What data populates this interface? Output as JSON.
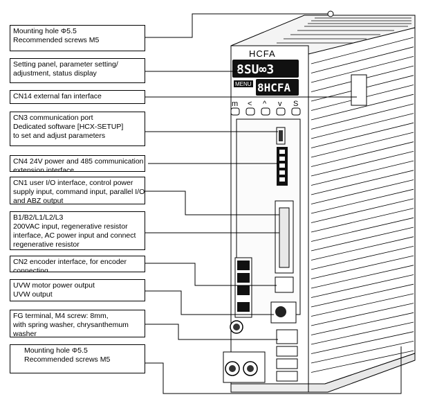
{
  "labels": {
    "mounting_top": [
      "Mounting hole  Φ5.5",
      "Recommended screws M5"
    ],
    "setting_panel": [
      "Setting panel, parameter setting/",
      "adjustment, status display"
    ],
    "cn14": [
      "CN14 external fan interface"
    ],
    "cn3": [
      "CN3 communication port",
      "Dedicated software [HCX-SETUP]",
      "to set and adjust parameters"
    ],
    "cn4": [
      "CN4 24V power and 485 communication",
      "extension interface"
    ],
    "cn1": [
      "CN1 user I/O interface, control power",
      "supply input, command input, parallel I/O,",
      "and ABZ output"
    ],
    "power": [
      "B1/B2/L1/L2/L3",
      "200VAC input, regenerative resistor",
      "interface, AC power input and connect",
      "regenerative resistor"
    ],
    "cn2": [
      "CN2 encoder interface, for encoder",
      "connecting"
    ],
    "uvw": [
      "UVW motor power output",
      "UVW output"
    ],
    "fg": [
      "FG terminal, M4 screw: 8mm,",
      "with spring washer, chrysanthemum",
      "washer"
    ],
    "mounting_bottom": [
      "Mounting hole  Φ5.5",
      "Recommended screws M5"
    ]
  },
  "device": {
    "brand": "HCFA",
    "display_top": "8SU∞3",
    "display_bottom": "8HCFA",
    "menu_label": "MENU",
    "buttons": [
      "m",
      "<",
      "^",
      "v",
      "S"
    ]
  }
}
